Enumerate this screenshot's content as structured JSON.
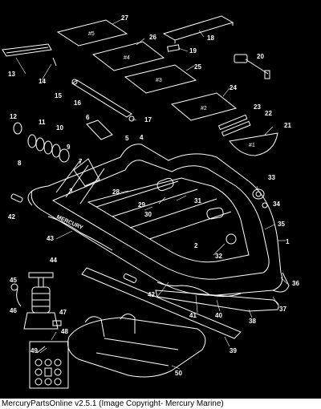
{
  "diagram": {
    "background": "#000000",
    "line_color": "#ffffff",
    "floor_panels": [
      {
        "id": "panel-5",
        "label": "#5"
      },
      {
        "id": "panel-4",
        "label": "#4"
      },
      {
        "id": "panel-3",
        "label": "#3"
      },
      {
        "id": "panel-2",
        "label": "#2"
      },
      {
        "id": "panel-1",
        "label": "#1"
      }
    ],
    "hull_brand": "MERCURY",
    "callouts": [
      "1",
      "2",
      "3",
      "4",
      "5",
      "6",
      "7",
      "8",
      "9",
      "10",
      "11",
      "12",
      "13",
      "14",
      "15",
      "16",
      "17",
      "18",
      "19",
      "20",
      "21",
      "22",
      "23",
      "24",
      "25",
      "26",
      "27",
      "28",
      "29",
      "30",
      "31",
      "32",
      "33",
      "34",
      "35",
      "36",
      "37",
      "38",
      "39",
      "40",
      "41",
      "42",
      "43",
      "44",
      "45",
      "46",
      "47",
      "48",
      "49",
      "50"
    ]
  },
  "footer": {
    "caption": "MercuryPartsOnline v2.5.1 (Image Copyright- Mercury Marine)"
  }
}
